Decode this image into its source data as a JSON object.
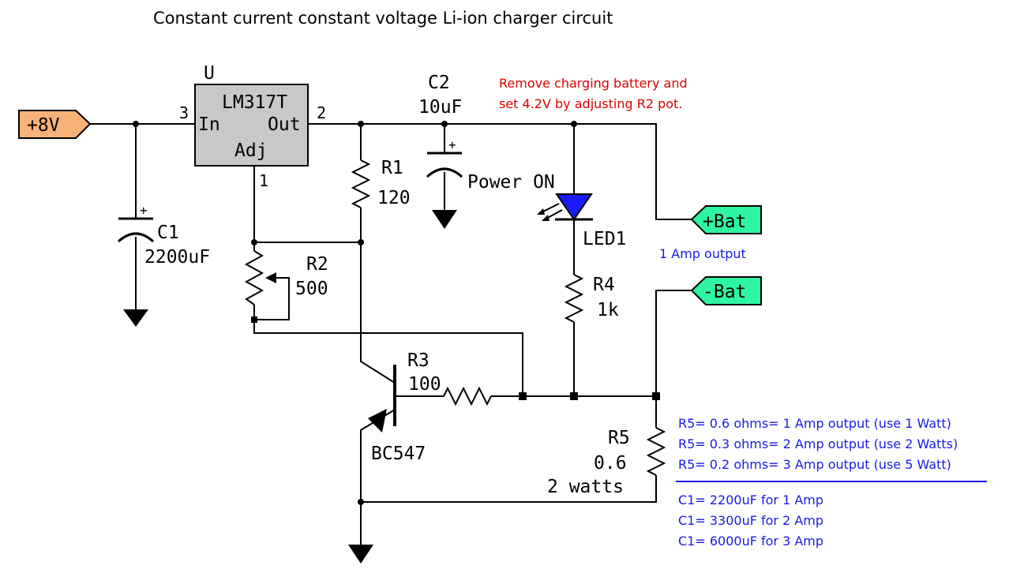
{
  "title": "Constant current constant voltage Li-ion charger circuit",
  "ports": {
    "input": "+8V",
    "bat_pos": "+Bat",
    "bat_neg": "-Bat"
  },
  "regulator": {
    "ref": "U",
    "part": "LM317T",
    "pin_in": "In",
    "pin_out": "Out",
    "pin_adj": "Adj",
    "pin_in_num": "3",
    "pin_out_num": "2",
    "pin_adj_num": "1"
  },
  "components": {
    "c1": {
      "ref": "C1",
      "value": "2200uF",
      "polarity": "+"
    },
    "c2": {
      "ref": "C2",
      "value": "10uF",
      "polarity": "+"
    },
    "r1": {
      "ref": "R1",
      "value": "120"
    },
    "r2": {
      "ref": "R2",
      "value": "500"
    },
    "r3": {
      "ref": "R3",
      "value": "100"
    },
    "r4": {
      "ref": "R4",
      "value": "1k"
    },
    "r5": {
      "ref": "R5",
      "value": "0.6",
      "power": "2 watts"
    },
    "led1": {
      "ref": "LED1",
      "label": "Power ON"
    },
    "q1": {
      "part": "BC547"
    }
  },
  "notes": {
    "adjust": [
      "Remove charging battery and",
      "set 4.2V by adjusting R2 pot."
    ],
    "output": "1 Amp output",
    "r5_table": [
      "R5= 0.6 ohms= 1 Amp output (use 1 Watt)",
      "R5= 0.3 ohms= 2 Amp output (use 2 Watts)",
      "R5= 0.2 ohms= 3 Amp output (use 5 Watt)"
    ],
    "c1_table": [
      "C1= 2200uF for 1 Amp",
      "C1= 3300uF for 2 Amp",
      "C1= 6000uF for 3 Amp"
    ]
  },
  "colors": {
    "input_port": "#f7b27a",
    "battery_port": "#2ef5a0",
    "regulator_body": "#c8c8c8",
    "led": "#1a1aff",
    "note_red": "#e00000",
    "note_blue": "#1a1ae6"
  }
}
